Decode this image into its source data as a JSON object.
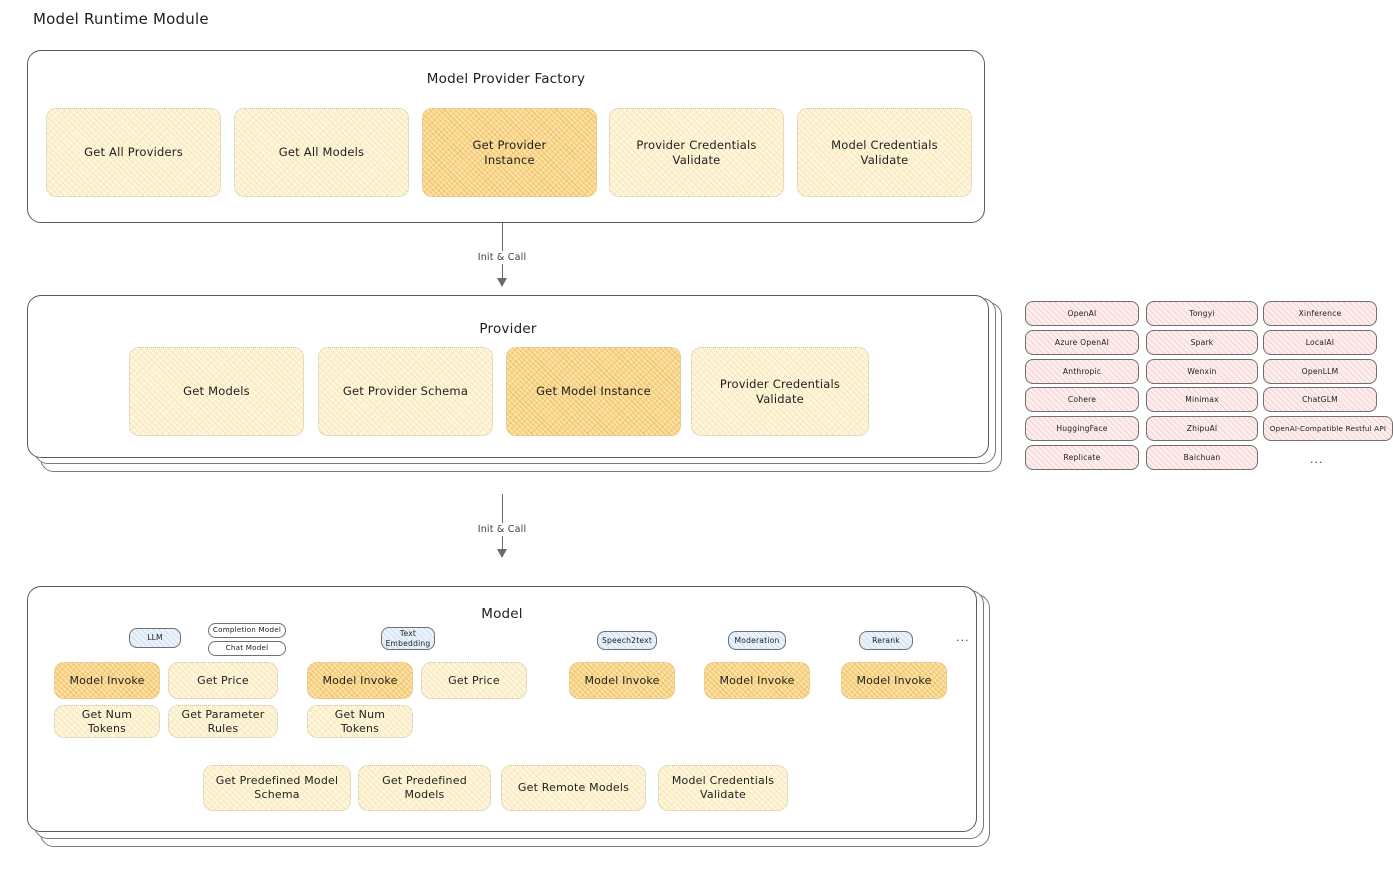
{
  "page": {
    "title": "Model Runtime Module"
  },
  "factory": {
    "title": "Model Provider Factory",
    "cards": [
      {
        "label": "Get All Providers",
        "highlight": false
      },
      {
        "label": "Get All Models",
        "highlight": false
      },
      {
        "label": "Get Provider\nInstance",
        "highlight": true
      },
      {
        "label": "Provider Credentials\nValidate",
        "highlight": false
      },
      {
        "label": "Model Credentials\nValidate",
        "highlight": false
      }
    ]
  },
  "arrows": [
    {
      "label": "Init & Call"
    },
    {
      "label": "Init & Call"
    }
  ],
  "provider": {
    "title": "Provider",
    "cards": [
      {
        "label": "Get Models",
        "highlight": false
      },
      {
        "label": "Get Provider Schema",
        "highlight": false
      },
      {
        "label": "Get Model Instance",
        "highlight": true
      },
      {
        "label": "Provider Credentials\nValidate",
        "highlight": false
      }
    ]
  },
  "provider_list": {
    "columns": [
      {
        "items": [
          "OpenAI",
          "Azure OpenAI",
          "Anthropic",
          "Cohere",
          "HuggingFace",
          "Replicate"
        ]
      },
      {
        "items": [
          "Tongyi",
          "Spark",
          "Wenxin",
          "Minimax",
          "ZhipuAI",
          "Baichuan"
        ]
      },
      {
        "items": [
          "Xinference",
          "LocalAI",
          "OpenLLM",
          "ChatGLM",
          "OpenAI-Compatible Restful API"
        ]
      }
    ],
    "more": "..."
  },
  "model": {
    "title": "Model",
    "more": "...",
    "types": [
      {
        "badge": "LLM",
        "sub_badges": [
          "Completion Model",
          "Chat Model"
        ],
        "cards": [
          {
            "label": "Model Invoke",
            "highlight": true
          },
          {
            "label": "Get Price",
            "highlight": false
          },
          {
            "label": "Get Num Tokens",
            "highlight": false
          },
          {
            "label": "Get Parameter\nRules",
            "highlight": false
          }
        ]
      },
      {
        "badge": "Text\nEmbedding",
        "sub_badges": [],
        "cards": [
          {
            "label": "Model Invoke",
            "highlight": true
          },
          {
            "label": "Get Price",
            "highlight": false
          },
          {
            "label": "Get Num Tokens",
            "highlight": false
          }
        ]
      },
      {
        "badge": "Speech2text",
        "sub_badges": [],
        "cards": [
          {
            "label": "Model Invoke",
            "highlight": true
          }
        ]
      },
      {
        "badge": "Moderation",
        "sub_badges": [],
        "cards": [
          {
            "label": "Model Invoke",
            "highlight": true
          }
        ]
      },
      {
        "badge": "Rerank",
        "sub_badges": [],
        "cards": [
          {
            "label": "Model Invoke",
            "highlight": true
          }
        ]
      }
    ],
    "bottom_cards": [
      {
        "label": "Get Predefined Model\nSchema",
        "highlight": false
      },
      {
        "label": "Get Predefined\nModels",
        "highlight": false
      },
      {
        "label": "Get Remote Models",
        "highlight": false
      },
      {
        "label": "Model Credentials\nValidate",
        "highlight": false
      }
    ]
  },
  "colors": {
    "card_fill": "#fdf6e0",
    "card_fill_highlight": "#fbe2ad",
    "chip_fill": "#fdeeee",
    "badge_fill": "#eaf3fb",
    "stroke": "#5b5b5b",
    "text": "#1e1e1e"
  }
}
